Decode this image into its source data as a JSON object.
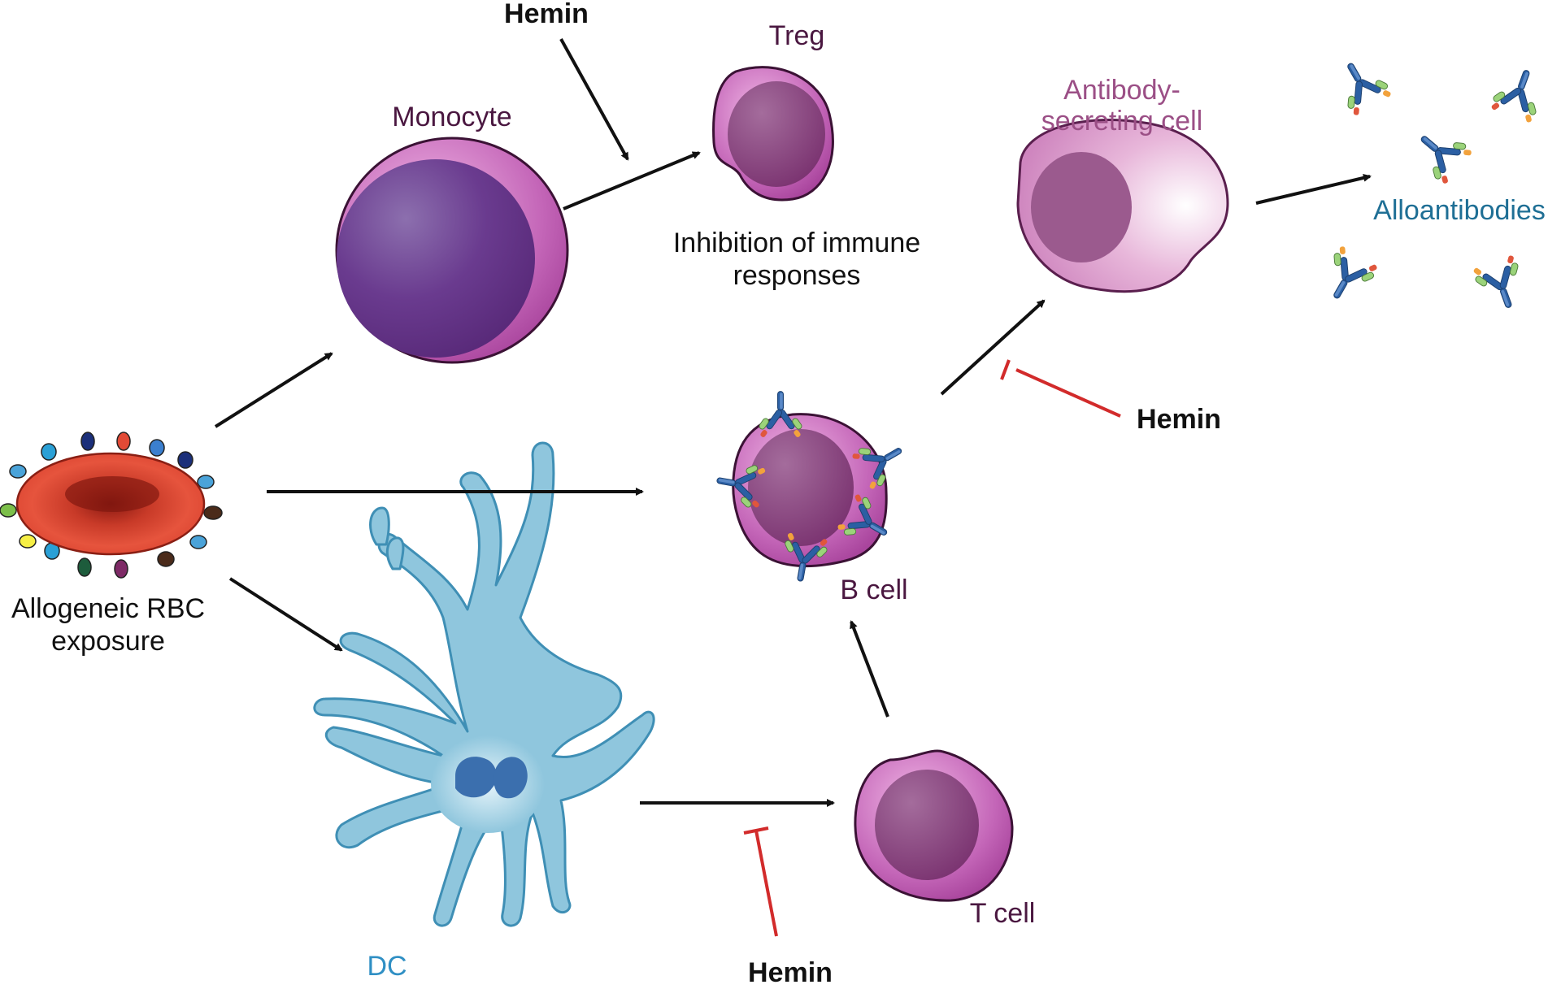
{
  "labels": {
    "rbc_line1": "Allogeneic RBC",
    "rbc_line2": "exposure",
    "monocyte": "Monocyte",
    "treg": "Treg",
    "treg_note_line1": "Inhibition of immune",
    "treg_note_line2": "responses",
    "asc_line1": "Antibody-",
    "asc_line2": "secreting cell",
    "alloantibodies": "Alloantibodies",
    "bcell": "B cell",
    "tcell": "T cell",
    "dc": "DC",
    "hemin_treg": "Hemin",
    "hemin_asc": "Hemin",
    "hemin_dc": "Hemin"
  },
  "colors": {
    "arrow": "#111111",
    "inhibition": "#d22b2b",
    "cell_label": "#4a1740",
    "asc_label": "#9b4f86",
    "dc_label": "#2f8fc4",
    "alloantibody_label": "#1f6f95",
    "rbc": "#e24a36",
    "dc_body": "#8fc6dd"
  }
}
